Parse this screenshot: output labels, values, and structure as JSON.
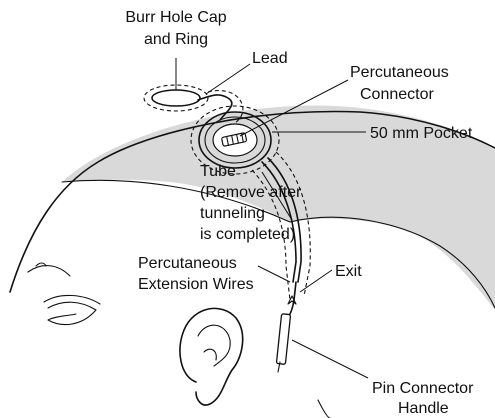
{
  "diagram": {
    "labels": {
      "burr_hole_line1": "Burr Hole Cap",
      "burr_hole_line2": "and Ring",
      "lead": "Lead",
      "connector_line1": "Percutaneous",
      "connector_line2": "Connector",
      "pocket": "50 mm Pocket",
      "tube_line1": "Tube",
      "tube_line2": "(Remove after",
      "tube_line3": "tunneling",
      "tube_line4": "is completed)",
      "ext_line1": "Percutaneous",
      "ext_line2": "Extension Wires",
      "exit": "Exit",
      "pin_line1": "Pin Connector",
      "pin_line2": "Handle"
    },
    "colors": {
      "ink": "#111111",
      "scalp_shade": "#d9d9d9",
      "background": "#ffffff"
    }
  }
}
